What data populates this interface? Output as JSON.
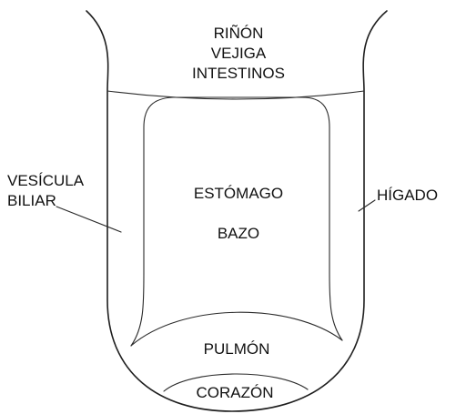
{
  "labels": {
    "top_line1": "RIÑÓN",
    "top_line2": "VEJIGA",
    "top_line3": "INTESTINOS",
    "left_line1": "VESÍCULA",
    "left_line2": "BILIAR",
    "right": "HÍGADO",
    "center_line1": "ESTÓMAGO",
    "center_line2": "BAZO",
    "lower": "PULMÓN",
    "tip": "CORAZÓN"
  }
}
